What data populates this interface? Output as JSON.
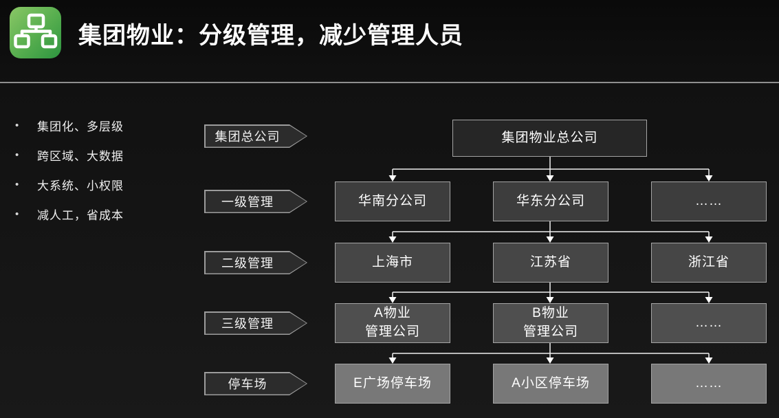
{
  "slide": {
    "title": "集团物业：分级管理，减少管理人员",
    "icon": "org-hierarchy-icon"
  },
  "bullet_list": {
    "marker": "•",
    "items": [
      "集团化、多层级",
      "跨区域、大数据",
      "大系统、小权限",
      "减人工，省成本"
    ]
  },
  "row_labels": [
    "集团总公司",
    "一级管理",
    "二级管理",
    "三级管理",
    "停车场"
  ],
  "org_chart": {
    "root": "集团物业总公司",
    "level1": [
      "华南分公司",
      "华东分公司",
      "……"
    ],
    "level2": [
      "上海市",
      "江苏省",
      "浙江省"
    ],
    "level3": [
      "A物业\n管理公司",
      "B物业\n管理公司",
      "……"
    ],
    "level4": [
      "E广场停车场",
      "A小区停车场",
      "……"
    ]
  },
  "colors": {
    "accent_green": "#3fa047",
    "icon_gradient_start": "#8ac766",
    "icon_gradient_end": "#2d9540",
    "divider": "#8f8f8f",
    "label_fill": "#2c2c2c",
    "label_border": "#9c9c9c",
    "node_border": "#a5a5a5",
    "connector": "#f0f0f0",
    "level_fills": [
      "#262626",
      "#3d3d3d",
      "#464646",
      "#4f4f4f",
      "#787878"
    ]
  }
}
